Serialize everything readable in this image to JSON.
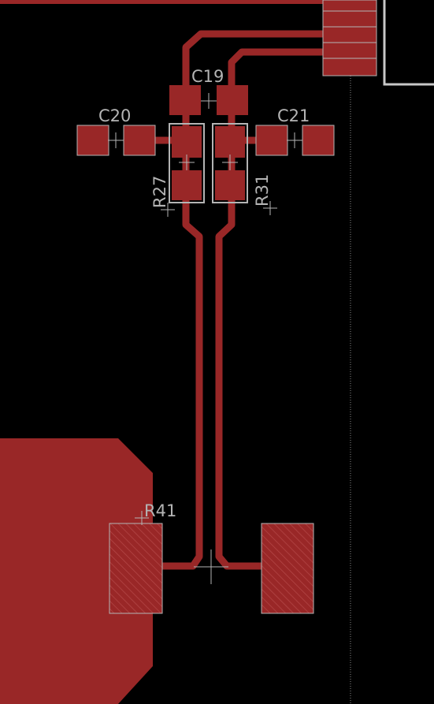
{
  "app": {
    "view": "PCB board layout"
  },
  "colors": {
    "background": "#000000",
    "copper": "#992727",
    "hatch": "#b24545",
    "silkscreen": "#b4b4b4",
    "dimension": "#c8c8c8",
    "guide": "#8c8c8c"
  },
  "components": {
    "c19": {
      "label": "C19"
    },
    "c20": {
      "label": "C20"
    },
    "c21": {
      "label": "C21"
    },
    "r27": {
      "label": "R27"
    },
    "r31": {
      "label": "R31"
    },
    "r41": {
      "label": "R41"
    }
  },
  "header": {
    "pin_count_visible": 5
  }
}
